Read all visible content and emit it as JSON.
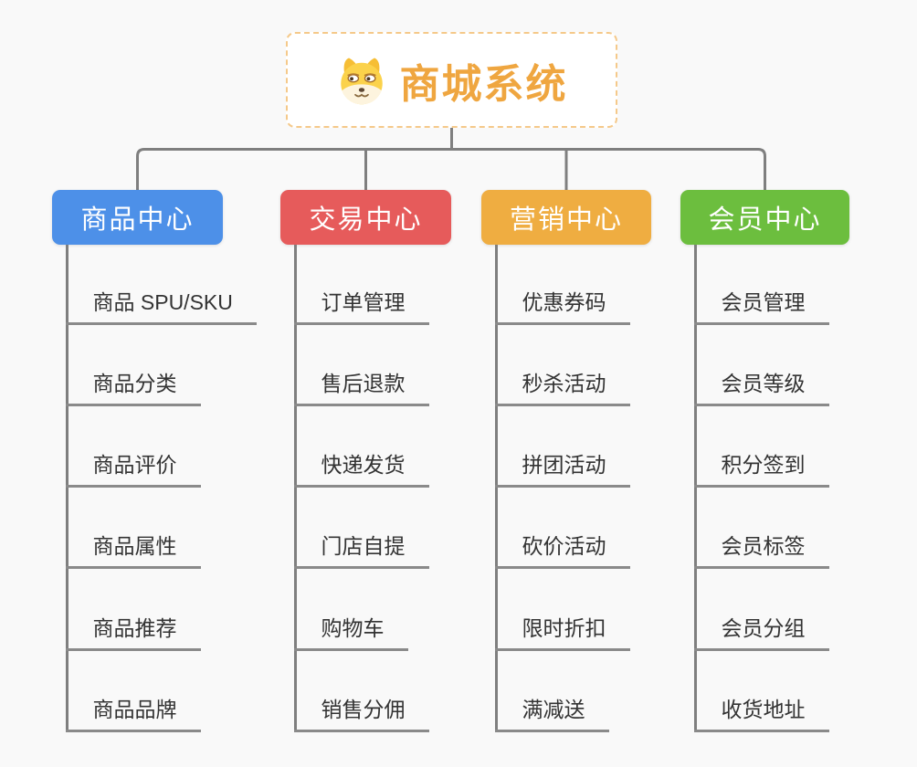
{
  "root": {
    "title": "商城系统",
    "icon": "doge-icon"
  },
  "branches": [
    {
      "label": "商品中心",
      "color": "#4D90E8",
      "children": [
        "商品 SPU/SKU",
        "商品分类",
        "商品评价",
        "商品属性",
        "商品推荐",
        "商品品牌"
      ]
    },
    {
      "label": "交易中心",
      "color": "#E65B5B",
      "children": [
        "订单管理",
        "售后退款",
        "快递发货",
        "门店自提",
        "购物车",
        "销售分佣"
      ]
    },
    {
      "label": "营销中心",
      "color": "#EFAD41",
      "children": [
        "优惠券码",
        "秒杀活动",
        "拼团活动",
        "砍价活动",
        "限时折扣",
        "满减送"
      ]
    },
    {
      "label": "会员中心",
      "color": "#6CBE3E",
      "children": [
        "会员管理",
        "会员等级",
        "积分签到",
        "会员标签",
        "会员分组",
        "收货地址"
      ]
    }
  ],
  "colors": {
    "background": "#F9F9F9",
    "root_text": "#EFA640",
    "root_border": "#F5C98A",
    "connector": "#7F7F7F",
    "leaf_line": "#8A8A8A",
    "leaf_text": "#333333"
  }
}
